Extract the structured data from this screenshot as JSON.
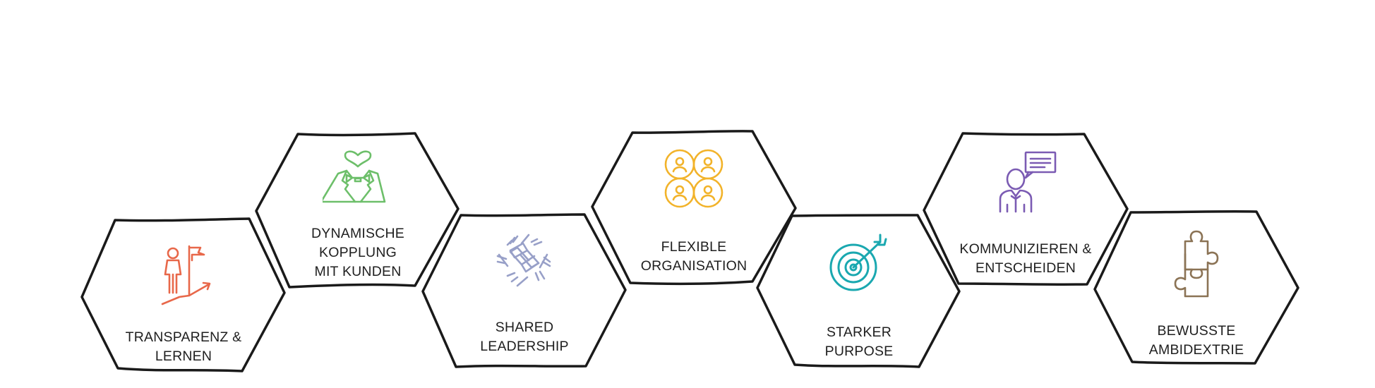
{
  "colors": {
    "outline": "#1a1a1a",
    "transparency": "#e8684a",
    "coupling": "#6dbf6a",
    "leadership": "#98a0c8",
    "organisation": "#f2b32a",
    "purpose": "#1aa8b0",
    "communication": "#7b5bb3",
    "ambidexterity": "#8b7355"
  },
  "hexagons": [
    {
      "id": "transparenz",
      "icon": "person-flag-growth-icon",
      "lines": [
        "TRANSPARENZ &",
        "LERNEN"
      ]
    },
    {
      "id": "kopplung",
      "icon": "suit-heart-icon",
      "lines": [
        "DYNAMISCHE",
        "KOPPLUNG",
        "MIT KUNDEN"
      ]
    },
    {
      "id": "leadership",
      "icon": "interlocked-hands-icon",
      "lines": [
        "SHARED",
        "LEADERSHIP"
      ]
    },
    {
      "id": "organisation",
      "icon": "four-people-circles-icon",
      "lines": [
        "FLEXIBLE",
        "ORGANISATION"
      ]
    },
    {
      "id": "purpose",
      "icon": "target-arrow-icon",
      "lines": [
        "STARKER",
        "PURPOSE"
      ]
    },
    {
      "id": "kommunizieren",
      "icon": "person-speech-bubble-icon",
      "lines": [
        "KOMMUNIZIEREN &",
        "ENTSCHEIDEN"
      ]
    },
    {
      "id": "ambidextrie",
      "icon": "puzzle-pieces-icon",
      "lines": [
        "BEWUSSTE",
        "AMBIDEXTRIE"
      ]
    }
  ]
}
